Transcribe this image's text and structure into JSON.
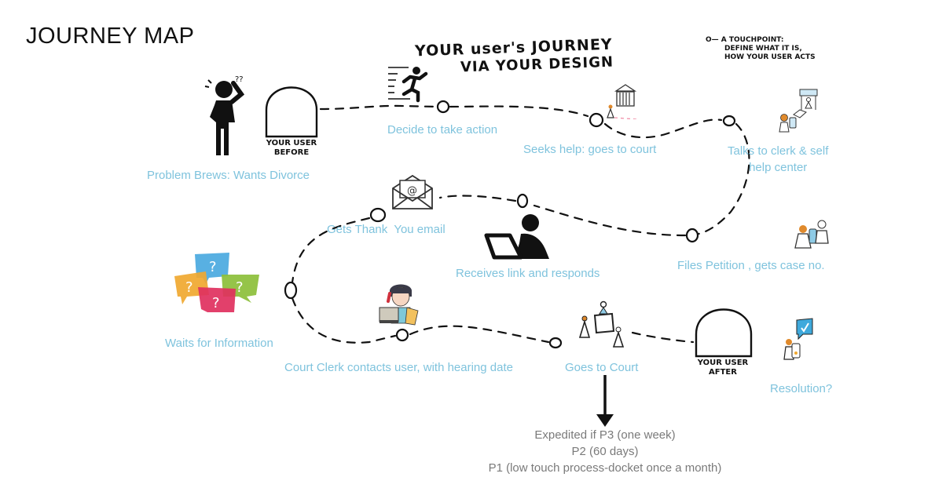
{
  "title": "JOURNEY MAP",
  "header_note": {
    "line1": "YOUR user's JOURNEY",
    "line2": "VIA YOUR DESIGN"
  },
  "legend": {
    "symbol": "O—",
    "line1": "A TOUCHPOINT:",
    "line2": "DEFINE WHAT IT IS,",
    "line3": "HOW YOUR USER ACTS"
  },
  "before_box": {
    "line1": "YOUR USER",
    "line2": "BEFORE"
  },
  "after_box": {
    "line1": "YOUR USER",
    "line2": "AFTER"
  },
  "steps": [
    {
      "label": "Problem Brews: Wants Divorce",
      "icon": "confused-person-icon"
    },
    {
      "label": "Decide to take action",
      "icon": "running-person-icon"
    },
    {
      "label": "Seeks help: goes to court",
      "icon": "courthouse-icon"
    },
    {
      "label": "Talks to clerk & self help center",
      "line1": "Talks to clerk & self",
      "line2": "help center",
      "icon": "clerk-kiosk-icon"
    },
    {
      "label": "Files Petition , gets case no.",
      "icon": "filing-petition-icon"
    },
    {
      "label": "Receives link and responds",
      "icon": "person-laptop-icon"
    },
    {
      "label": "Gets Thank  You email",
      "icon": "email-icon"
    },
    {
      "label": "Waits for Information",
      "icon": "question-bubbles-icon"
    },
    {
      "label": "Court Clerk contacts user, with hearing date",
      "icon": "clerk-phone-icon"
    },
    {
      "label": "Goes to Court",
      "icon": "court-hearing-icon"
    },
    {
      "label": "Resolution?",
      "icon": "resolution-check-icon"
    }
  ],
  "court_outcomes": {
    "line1": "Expedited if P3 (one week)",
    "line2": "P2 (60 days)",
    "line3": "P1 (low touch process-docket once a month)"
  },
  "colors": {
    "label": "#7fc3dd",
    "note": "#7a7a7a",
    "ink": "#111111",
    "accent_orange": "#e08a2c",
    "accent_blue": "#3fa9dc"
  }
}
